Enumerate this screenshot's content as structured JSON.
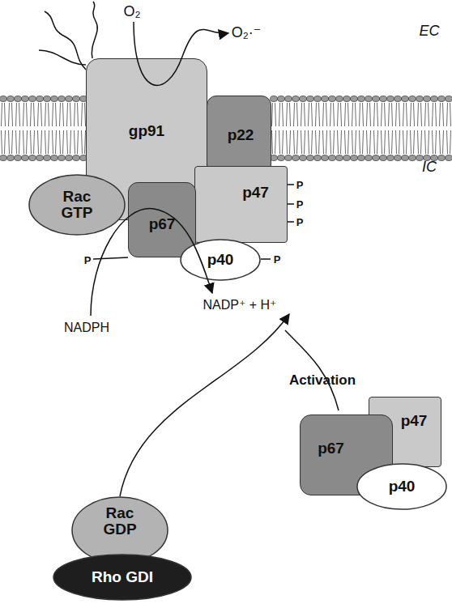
{
  "diagram": {
    "nodes": [
      {
        "text": [
          "gp91"
        ]
      },
      {
        "text": [
          "p22"
        ]
      },
      {
        "text": [
          "p47"
        ]
      },
      {
        "text": [
          "Rac GTP"
        ]
      },
      {
        "text": [
          "p67"
        ]
      },
      {
        "text": [
          "p40"
        ]
      },
      {
        "text": [
          "p47"
        ]
      },
      {
        "text": [
          "p67"
        ]
      },
      {
        "text": [
          "p40"
        ]
      },
      {
        "text": [
          "Rac GDP"
        ]
      },
      {
        "text": [
          "Rho GDI"
        ]
      }
    ],
    "labels": [
      "O₂",
      "O₂·⁻",
      "EC",
      "IC",
      "P",
      "P",
      "P",
      "P",
      "P",
      "NADPH",
      "NADP⁺ + H⁺",
      "Activation"
    ]
  }
}
